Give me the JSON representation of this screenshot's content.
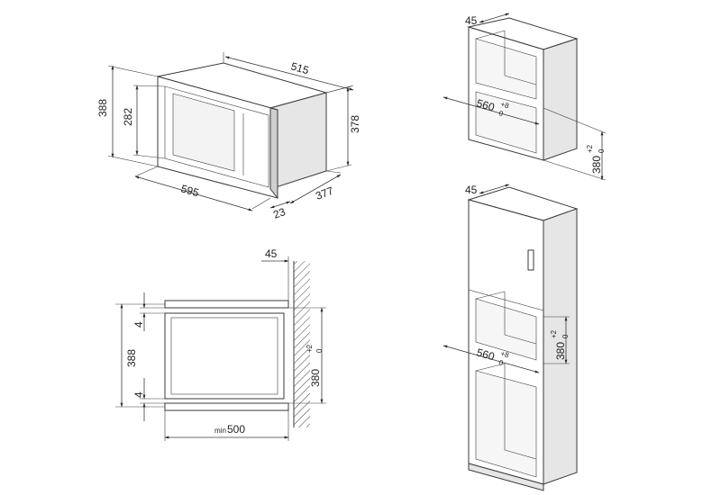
{
  "microwave_view": {
    "width": "595",
    "depth": "515",
    "height_outer": "388",
    "height_inner": "282",
    "height_side": "378",
    "side_depth": "377",
    "front_thickness": "23"
  },
  "wall_cabinet_view": {
    "top_depth": "45",
    "niche_width": "560",
    "niche_width_tol_upper": "+8",
    "niche_width_tol_lower": "0",
    "niche_height": "380",
    "niche_height_tol_upper": "+2",
    "niche_height_tol_lower": "0"
  },
  "side_section_view": {
    "front_offset": "45",
    "height_outer": "388",
    "gap_top": "4",
    "gap_bottom": "4",
    "niche_height": "380",
    "niche_height_tol_upper": "+2",
    "niche_height_tol_lower": "0",
    "min_depth_prefix": "min",
    "min_depth": "500"
  },
  "tall_cabinet_view": {
    "top_depth": "45",
    "niche_width": "560",
    "niche_width_tol_upper": "+8",
    "niche_width_tol_lower": "0",
    "niche_height": "380",
    "niche_height_tol_upper": "+2",
    "niche_height_tol_lower": "0"
  }
}
